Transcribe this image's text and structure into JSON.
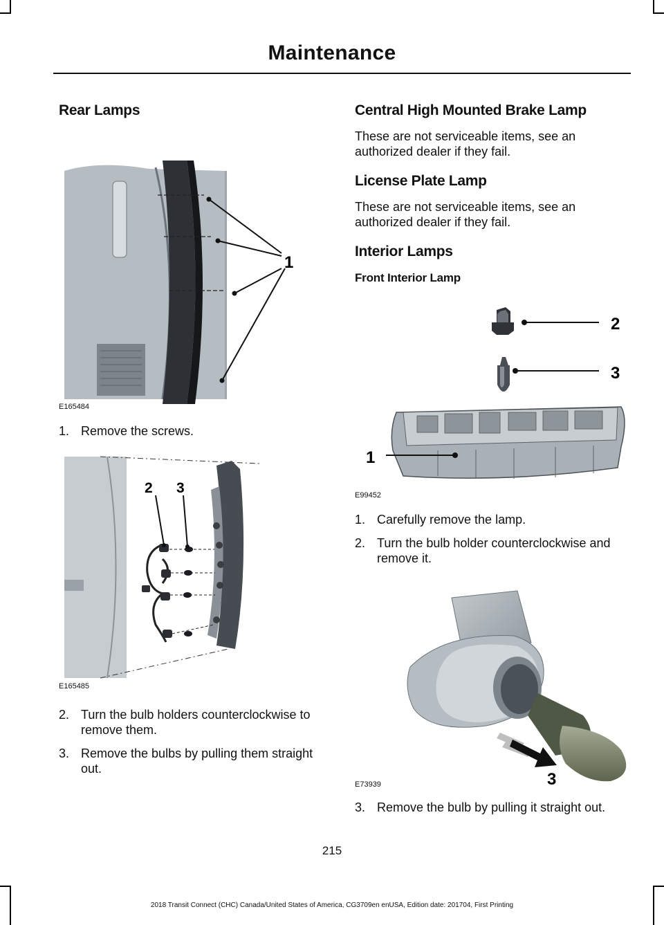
{
  "header": {
    "title": "Maintenance"
  },
  "left": {
    "heading": "Rear Lamps",
    "fig1": {
      "code": "E165484",
      "callout": "1"
    },
    "step1": {
      "num": "1.",
      "text": "Remove the screws."
    },
    "fig2": {
      "code": "E165485",
      "callout_a": "2",
      "callout_b": "3"
    },
    "step2": {
      "num": "2.",
      "text": "Turn the bulb holders counterclockwise to remove them."
    },
    "step3": {
      "num": "3.",
      "text": "Remove the bulbs by pulling them straight out."
    }
  },
  "right": {
    "chmsl": {
      "heading": "Central High Mounted Brake Lamp",
      "text": "These are not serviceable items, see an authorized dealer if they fail."
    },
    "license": {
      "heading": "License Plate Lamp",
      "text": "These are not serviceable items, see an authorized dealer if they fail."
    },
    "interior": {
      "heading": "Interior Lamps",
      "subheading": "Front Interior Lamp"
    },
    "fig3": {
      "code": "E99452",
      "callout_1": "1",
      "callout_2": "2",
      "callout_3": "3"
    },
    "step1": {
      "num": "1.",
      "text": "Carefully remove the lamp."
    },
    "step2": {
      "num": "2.",
      "text": "Turn the bulb holder counterclockwise and remove it."
    },
    "fig4": {
      "code": "E73939",
      "callout": "3"
    },
    "step3": {
      "num": "3.",
      "text": "Remove the bulb by pulling it straight out."
    }
  },
  "footer": {
    "page_number": "215",
    "edition": "2018 Transit Connect (CHC) Canada/United States of America, CG3709en enUSA, Edition date: 201704, First Printing"
  }
}
